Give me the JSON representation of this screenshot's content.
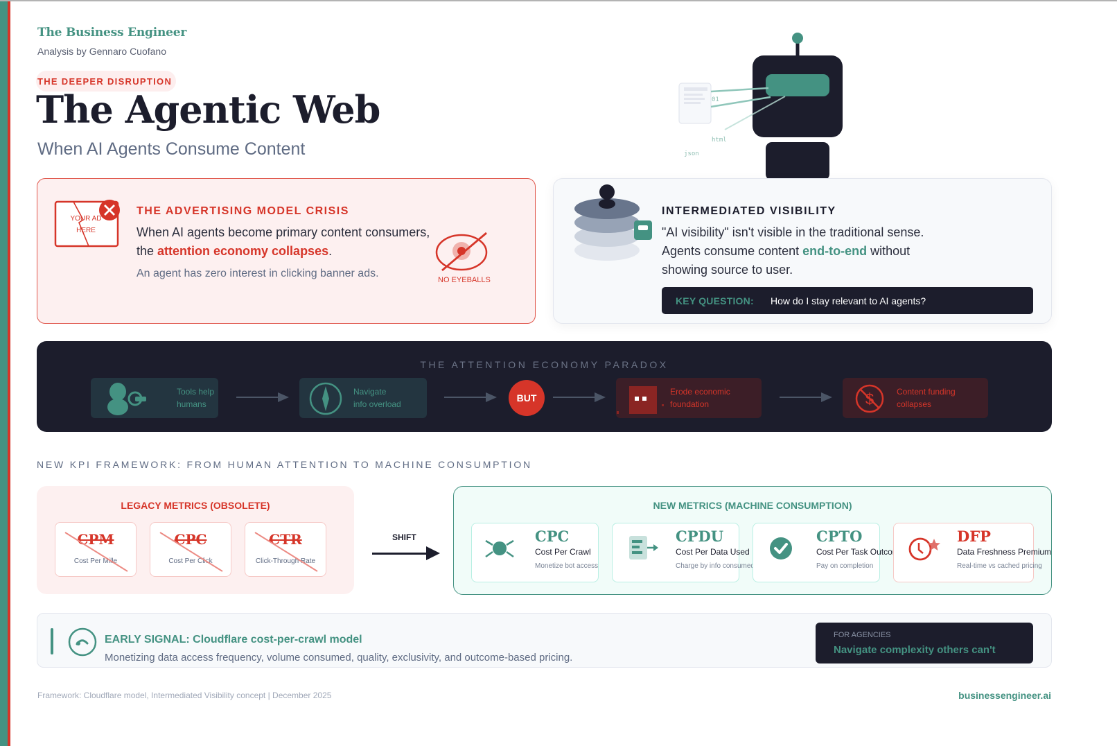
{
  "header": {
    "brand": "The Business Engineer",
    "byline": "Analysis by Gennaro Cuofano",
    "kicker": "THE DEEPER DISRUPTION",
    "title": "The Agentic Web",
    "subtitle": "When AI Agents Consume Content"
  },
  "robot_labels": {
    "bits": "01",
    "html": "html",
    "json": "json"
  },
  "crisis_card": {
    "icon_text_line1": "YOUR AD",
    "icon_text_line2": "HERE",
    "heading": "THE ADVERTISING MODEL CRISIS",
    "body_prefix": "When AI agents become primary content consumers, the ",
    "body_highlight": "attention economy collapses",
    "body_suffix": ".",
    "note": "An agent has zero interest in clicking banner ads.",
    "eye_label": "NO EYEBALLS"
  },
  "visibility_card": {
    "heading": "INTERMEDIATED VISIBILITY",
    "body_prefix": "\"AI visibility\" isn't visible in the traditional sense. Agents consume content ",
    "body_highlight": "end-to-end",
    "body_suffix": " without showing source to user.",
    "key_question_label": "KEY QUESTION:",
    "key_question_text": "How do I stay relevant to AI agents?"
  },
  "paradox": {
    "title": "THE ATTENTION ECONOMY PARADOX",
    "steps": [
      {
        "line1": "Tools help",
        "line2": "humans",
        "tone": "teal"
      },
      {
        "line1": "Navigate",
        "line2": "info overload",
        "tone": "teal"
      },
      {
        "line1": "Erode economic",
        "line2": "foundation",
        "tone": "red"
      },
      {
        "line1": "Content funding",
        "line2": "collapses",
        "tone": "red"
      }
    ],
    "but_label": "BUT"
  },
  "kpi": {
    "heading": "NEW KPI FRAMEWORK: FROM HUMAN ATTENTION TO MACHINE CONSUMPTION",
    "legacy_title": "LEGACY METRICS (OBSOLETE)",
    "legacy": [
      {
        "abbr": "CPM",
        "name": "Cost Per Mille"
      },
      {
        "abbr": "CPC",
        "name": "Cost Per Click"
      },
      {
        "abbr": "CTR",
        "name": "Click-Through Rate"
      }
    ],
    "shift_label": "SHIFT",
    "new_title": "NEW METRICS (MACHINE CONSUMPTION)",
    "new": [
      {
        "abbr": "CPC",
        "name": "Cost Per Crawl",
        "desc": "Monetize bot access",
        "icon": "crawler-icon"
      },
      {
        "abbr": "CPDU",
        "name": "Cost Per Data Used",
        "desc": "Charge by info consumed",
        "icon": "data-export-icon"
      },
      {
        "abbr": "CPTO",
        "name": "Cost Per Task Outcome",
        "desc": "Pay on completion",
        "icon": "check-circle-icon"
      },
      {
        "abbr": "DFP",
        "name": "Data Freshness Premium",
        "desc": "Real-time vs cached pricing",
        "icon": "clock-star-icon"
      }
    ]
  },
  "signal": {
    "title": "EARLY SIGNAL: Cloudflare cost-per-crawl model",
    "text": "Monetizing data access frequency, volume consumed, quality, exclusivity, and outcome-based pricing.",
    "agency_label": "FOR AGENCIES",
    "agency_text": "Navigate complexity others can't"
  },
  "footer": {
    "source": "Framework: Cloudflare model, Intermediated Visibility concept | December 2025",
    "site": "businessengineer.ai"
  },
  "colors": {
    "teal": "#449282",
    "red": "#d63529",
    "navy": "#1c1d2c",
    "slate": "#5f6b83"
  }
}
